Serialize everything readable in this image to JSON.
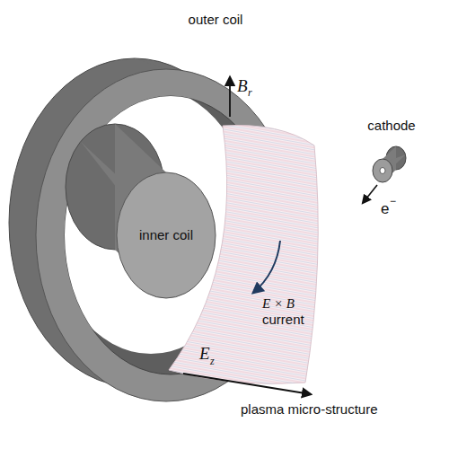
{
  "diagram": {
    "labels": [
      "outer coil",
      "B",
      "r",
      "inner coil",
      "E × B",
      "current",
      "E",
      "z",
      "plasma micro-structure",
      "cathode",
      "e",
      "−"
    ]
  }
}
